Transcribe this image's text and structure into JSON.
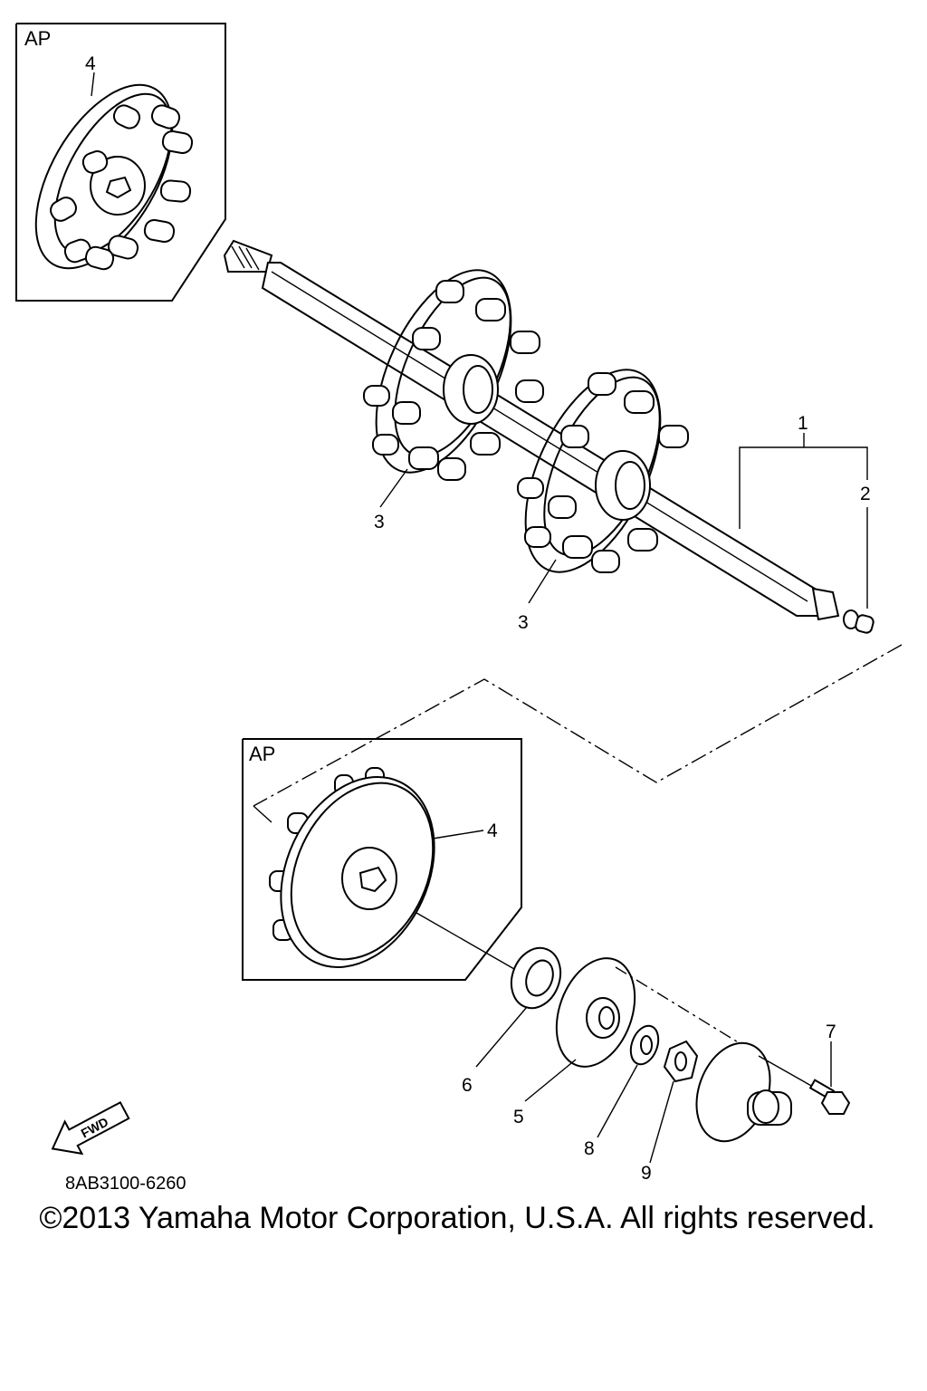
{
  "inset_top": {
    "label": "AP"
  },
  "inset_bottom": {
    "label": "AP"
  },
  "callouts": {
    "c1": "1",
    "c2": "2",
    "c3a": "3",
    "c3b": "3",
    "c4a": "4",
    "c4b": "4",
    "c5": "5",
    "c6": "6",
    "c7": "7",
    "c8": "8",
    "c9": "9"
  },
  "fwd_icon": {
    "text": "FWD",
    "icon": "fwd-arrow-icon"
  },
  "drawing_code": "8AB3100-6260",
  "copyright": "©2013 Yamaha Motor Corporation, U.S.A. All rights reserved."
}
